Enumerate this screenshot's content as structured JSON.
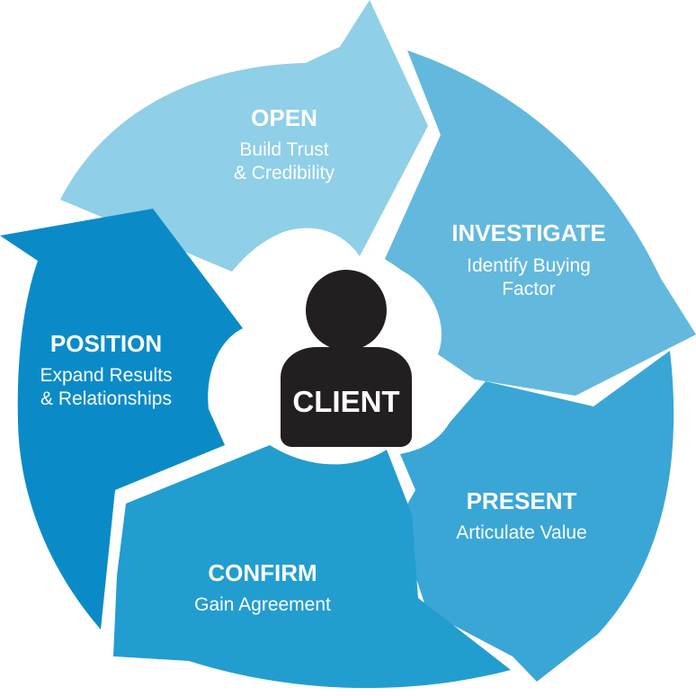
{
  "center": {
    "label": "CLIENT",
    "color": "#231f20"
  },
  "stages": [
    {
      "id": "open",
      "title": "OPEN",
      "lines": [
        "Build Trust",
        "& Credibility"
      ],
      "color": "#8fcfe7"
    },
    {
      "id": "investigate",
      "title": "INVESTIGATE",
      "lines": [
        "Identify Buying",
        "Factor"
      ],
      "color": "#63b8dd"
    },
    {
      "id": "present",
      "title": "PRESENT",
      "lines": [
        "Articulate Value"
      ],
      "color": "#3aa6d6"
    },
    {
      "id": "confirm",
      "title": "CONFIRM",
      "lines": [
        "Gain Agreement"
      ],
      "color": "#229dd0"
    },
    {
      "id": "position",
      "title": "POSITION",
      "lines": [
        "Expand Results",
        "& Relationships"
      ],
      "color": "#0a8bc8"
    }
  ]
}
